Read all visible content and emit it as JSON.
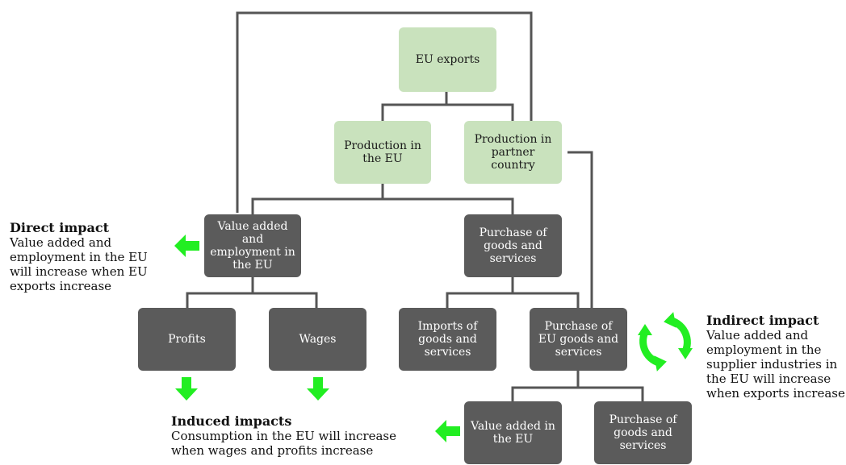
{
  "boxes": {
    "eu_exports": "EU exports",
    "production_eu": "Production in the EU",
    "production_partner": "Production in partner country",
    "value_added_employment": "Value added and employment in the EU",
    "purchase_goods_services_1": "Purchase of goods and services",
    "profits": "Profits",
    "wages": "Wages",
    "imports_goods_services": "Imports of goods and services",
    "purchase_eu_goods_services": "Purchase of EU goods and services",
    "value_added_eu": "Value added in the EU",
    "purchase_goods_services_2": "Purchase of goods and services"
  },
  "notes": {
    "direct": {
      "heading": "Direct impact",
      "line1": "Value added and",
      "line2": "employment in the EU",
      "line3": "will increase when EU",
      "line4": "exports increase"
    },
    "indirect": {
      "heading": "Indirect impact",
      "line1": "Value added and",
      "line2": "employment in the",
      "line3": "supplier industries in",
      "line4": "the EU will increase",
      "line5": "when exports increase"
    },
    "induced": {
      "heading": "Induced impacts",
      "line1": "Consumption in the EU will increase",
      "line2": "when wages and profits increase"
    }
  },
  "colors": {
    "green_box": "#c9e2bd",
    "dark_box": "#5b5b5b",
    "arrow": "#22ee22",
    "connector": "#555555"
  },
  "icons": {
    "direct_arrow": "arrow-left-icon",
    "induced_arrows": "arrow-down-icon",
    "indirect_cycle": "cycle-icon",
    "value_added_arrow": "arrow-left-icon"
  }
}
